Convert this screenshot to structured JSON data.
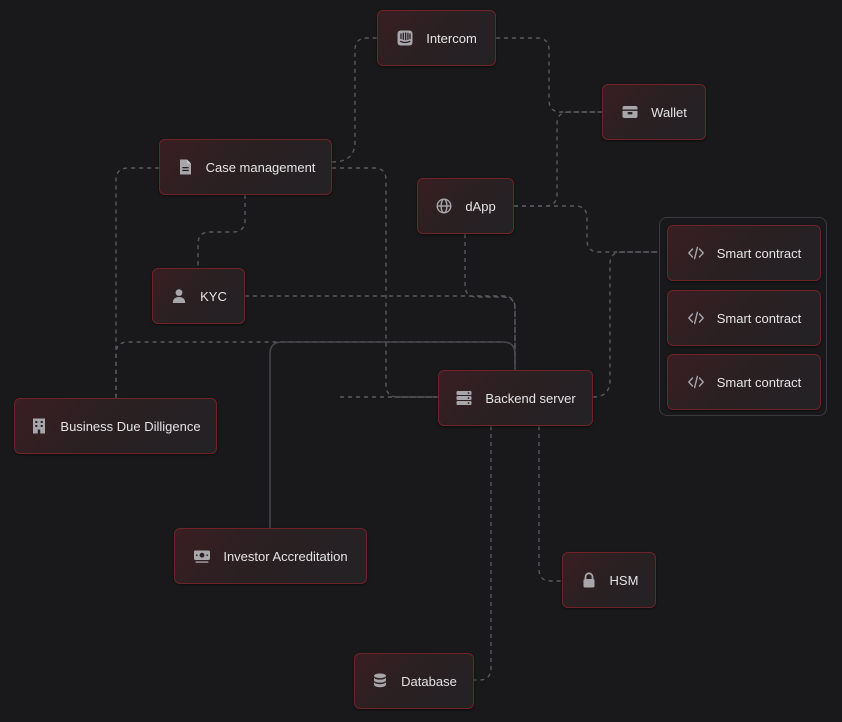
{
  "colors": {
    "background": "#19191b",
    "node_border": "#6e2329",
    "node_fill": "#2a2022",
    "edge": "#5a5a5e",
    "text": "#e4e4e6",
    "icon": "#a6a6ab"
  },
  "nodes": {
    "intercom": {
      "label": "Intercom",
      "icon": "chat-box-icon"
    },
    "wallet": {
      "label": "Wallet",
      "icon": "wallet-icon"
    },
    "case_management": {
      "label": "Case management",
      "icon": "document-icon"
    },
    "dapp": {
      "label": "dApp",
      "icon": "globe-icon"
    },
    "kyc": {
      "label": "KYC",
      "icon": "user-icon"
    },
    "smart_contracts": [
      {
        "label": "Smart contract",
        "icon": "code-icon"
      },
      {
        "label": "Smart contract",
        "icon": "code-icon"
      },
      {
        "label": "Smart contract",
        "icon": "code-icon"
      }
    ],
    "backend_server": {
      "label": "Backend server",
      "icon": "server-icon"
    },
    "business_due_diligence": {
      "label": "Business Due Dilligence",
      "icon": "building-icon"
    },
    "investor_accreditation": {
      "label": "Investor Accreditation",
      "icon": "banknote-icon"
    },
    "hsm": {
      "label": "HSM",
      "icon": "lock-icon"
    },
    "database": {
      "label": "Database",
      "icon": "database-icon"
    }
  }
}
